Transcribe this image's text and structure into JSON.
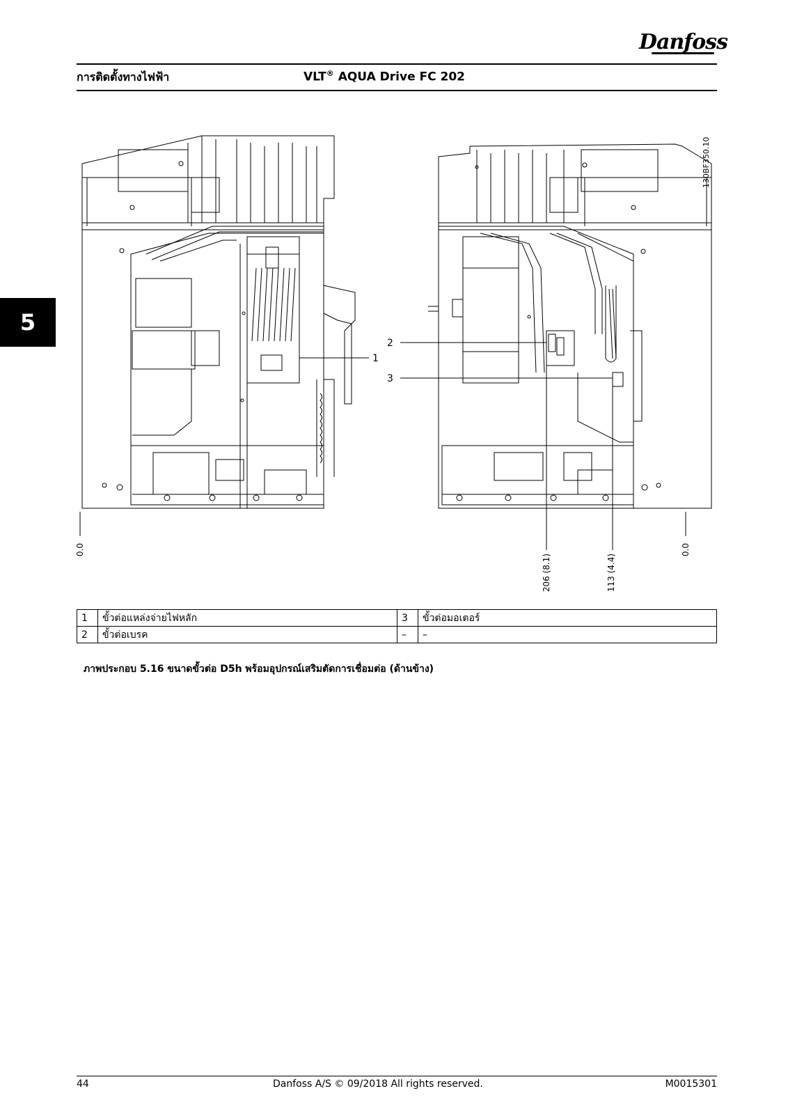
{
  "header": {
    "brand": "Danfoss",
    "section_title": "การติดตั้งทางไฟฟ้า",
    "product_name": "VLT",
    "product_mark": "®",
    "product_model": " AQUA Drive FC 202"
  },
  "chapter_tab": "5",
  "drawing": {
    "code": "130BF350.10",
    "callouts": [
      "1",
      "2",
      "3"
    ],
    "dimensions": [
      "0.0",
      "206 (8.1)",
      "113 (4.4)",
      "0.0"
    ]
  },
  "legend": {
    "rows": [
      {
        "num_a": "1",
        "text_a": "ขั้วต่อแหล่งจ่ายไฟหลัก",
        "num_b": "3",
        "text_b": "ขั้วต่อมอเตอร์"
      },
      {
        "num_a": "2",
        "text_a": "ขั้วต่อเบรค",
        "num_b": "–",
        "text_b": "–"
      }
    ]
  },
  "caption": "ภาพประกอบ 5.16 ขนาดขั้วต่อ D5h พร้อมอุปกรณ์เสริมตัดการเชื่อมต่อ (ด้านข้าง)",
  "footer": {
    "page_number": "44",
    "copyright": "Danfoss A/S © 09/2018 All rights reserved.",
    "doc_code": "M0015301"
  }
}
